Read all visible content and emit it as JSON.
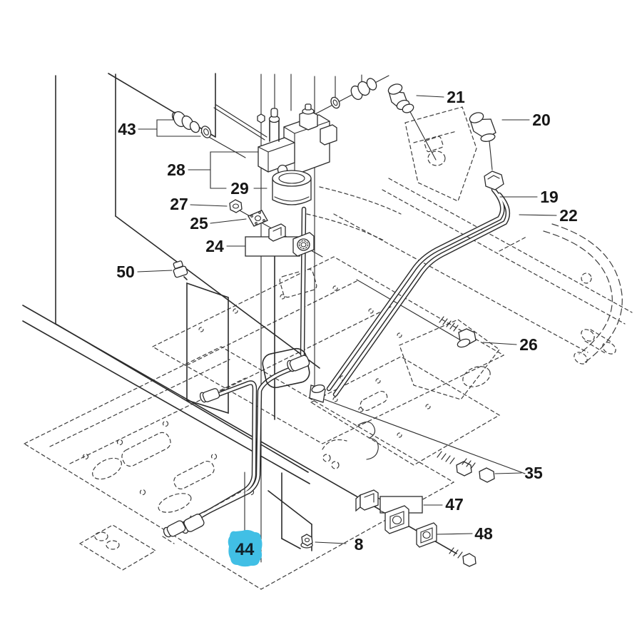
{
  "diagram": {
    "kind": "exploded-parts-diagram",
    "background_color": "#ffffff",
    "line_color": "#2b2b2b",
    "highlight": {
      "color": "#41bfe5",
      "part": "44"
    }
  },
  "callouts": [
    {
      "id": "part-43",
      "text": "43",
      "highlighted": false
    },
    {
      "id": "part-28",
      "text": "28",
      "highlighted": false
    },
    {
      "id": "part-29",
      "text": "29",
      "highlighted": false
    },
    {
      "id": "part-27",
      "text": "27",
      "highlighted": false
    },
    {
      "id": "part-25",
      "text": "25",
      "highlighted": false
    },
    {
      "id": "part-24",
      "text": "24",
      "highlighted": false
    },
    {
      "id": "part-50",
      "text": "50",
      "highlighted": false
    },
    {
      "id": "part-21",
      "text": "21",
      "highlighted": false
    },
    {
      "id": "part-20",
      "text": "20",
      "highlighted": false
    },
    {
      "id": "part-19",
      "text": "19",
      "highlighted": false
    },
    {
      "id": "part-22",
      "text": "22",
      "highlighted": false
    },
    {
      "id": "part-26",
      "text": "26",
      "highlighted": false
    },
    {
      "id": "part-35",
      "text": "35",
      "highlighted": false
    },
    {
      "id": "part-47",
      "text": "47",
      "highlighted": false
    },
    {
      "id": "part-48",
      "text": "48",
      "highlighted": false
    },
    {
      "id": "part-8",
      "text": "8",
      "highlighted": false
    },
    {
      "id": "part-44",
      "text": "44",
      "highlighted": true
    }
  ]
}
